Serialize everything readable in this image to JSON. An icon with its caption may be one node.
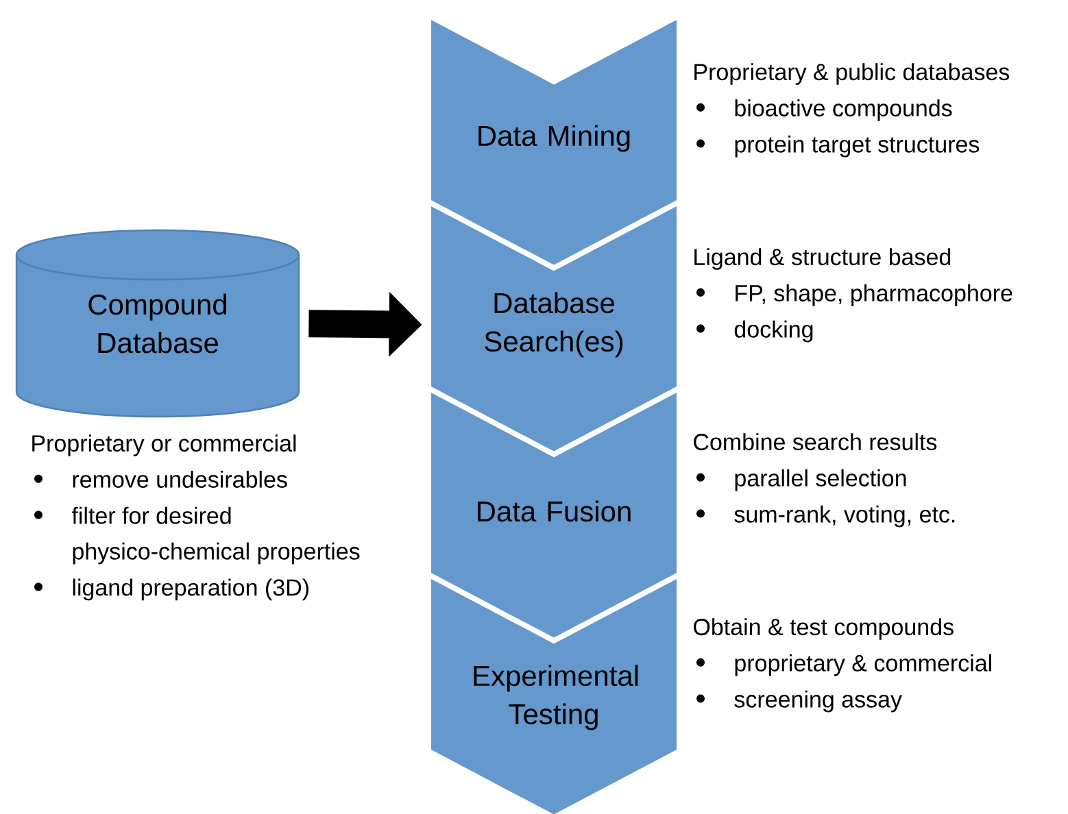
{
  "diagram": {
    "nodes": [
      {
        "text": [
          "Compound Database"
        ],
        "beside": [
          "Proprietary or commercial",
          "remove undesirables",
          "filter for desired physico-chemical properties",
          "ligand preparation (3D)"
        ]
      },
      {
        "text": [
          "Data Mining"
        ],
        "beside": [
          "Proprietary & public databases",
          "bioactive compounds",
          "protein target structures"
        ]
      },
      {
        "text": [
          "Database Search(es)"
        ],
        "beside": [
          "Ligand & structure based",
          "FP, shape, pharmacophore",
          "docking"
        ]
      },
      {
        "text": [
          "Data Fusion"
        ],
        "beside": [
          "Combine search results",
          "parallel selection",
          "sum-rank, voting, etc."
        ]
      },
      {
        "text": [
          "Experimental Testing"
        ],
        "beside": [
          "Obtain & test compounds",
          "proprietary & commercial",
          "screening assay"
        ]
      }
    ],
    "edges": [
      {
        "from": 0,
        "to": 2,
        "arrow": "to"
      }
    ]
  }
}
